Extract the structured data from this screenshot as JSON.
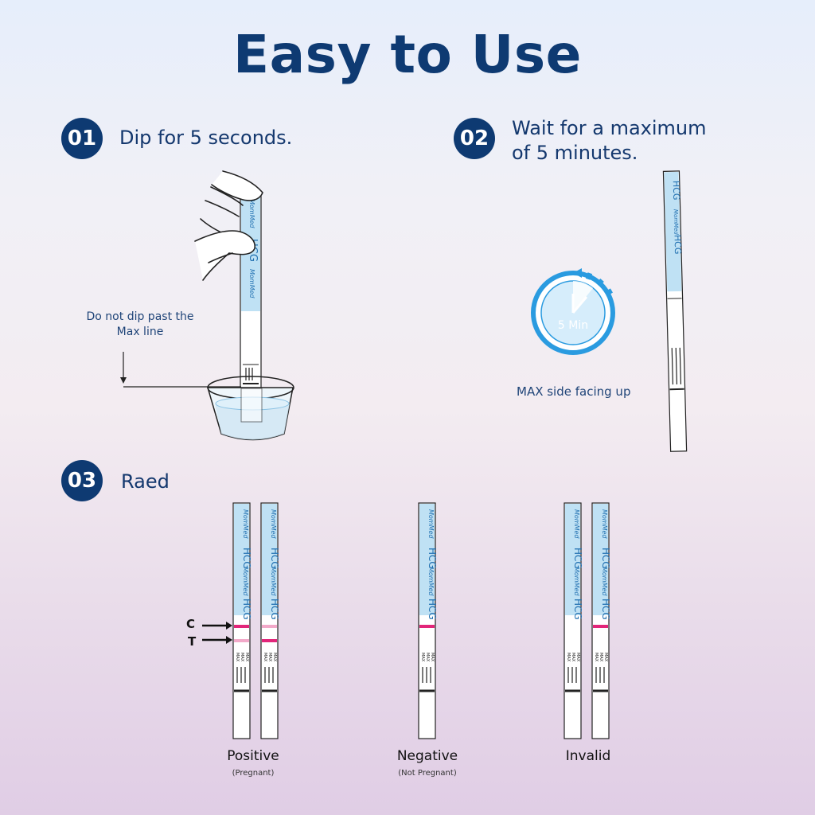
{
  "title": "Easy to Use",
  "steps": [
    {
      "number": "01",
      "text": "Dip for 5 seconds."
    },
    {
      "number": "02",
      "text_line1": "Wait for a maximum",
      "text_line2": "of 5 minutes."
    },
    {
      "number": "03",
      "text": "Raed"
    }
  ],
  "dip_note": {
    "line1": "Do not dip past the",
    "line2": "Max line"
  },
  "timer_label": "5 Min",
  "max_side_note": "MAX side facing up",
  "strip": {
    "brand": "MomMed",
    "product": "HCG",
    "max_text": "MAX"
  },
  "markers": {
    "c": "C",
    "t": "T"
  },
  "results": [
    {
      "label": "Positive",
      "sublabel": "(Pregnant)"
    },
    {
      "label": "Negative",
      "sublabel": "(Not Pregnant)"
    },
    {
      "label": "Invalid",
      "sublabel": ""
    }
  ],
  "colors": {
    "navy": "#0e3a72",
    "strip_blue": "#bfe1f4",
    "result_pink": "#e2267a",
    "faint_pink": "#f2a9c9",
    "timer_blue": "#2a9be0"
  }
}
